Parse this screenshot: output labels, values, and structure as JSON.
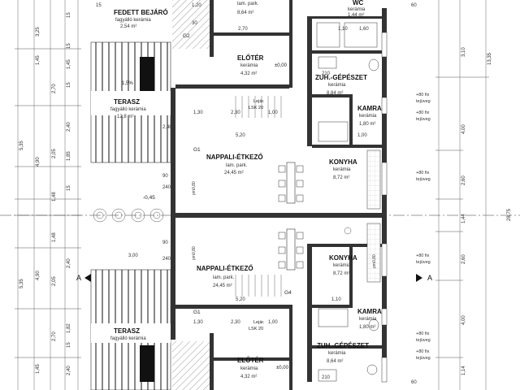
{
  "rooms": [
    {
      "id": "fedett-top",
      "name": "FEDETT BEJÁRÓ",
      "sub1": "fagyálló kerámia",
      "sub2": "2,54 m²"
    },
    {
      "id": "wc-top",
      "name": "WC",
      "sub1": "kerámia",
      "sub2": "1,44 m²"
    },
    {
      "id": "unknown-top",
      "name": "",
      "sub1": "lam. park.",
      "sub2": "8,64 m²"
    },
    {
      "id": "eloter-top",
      "name": "ELŐTÉR",
      "sub1": "kerámia",
      "sub2": "4,32 m²"
    },
    {
      "id": "zuh-top",
      "name": "ZUH.-GÉPÉSZET",
      "sub1": "kerámia",
      "sub2": "8,84 m²"
    },
    {
      "id": "kamra-top",
      "name": "KAMRA",
      "sub1": "kerámia",
      "sub2": "1,80 m²"
    },
    {
      "id": "nappali-top",
      "name": "NAPPALI-ÉTKEZŐ",
      "sub1": "lam. park.",
      "sub2": "24,45 m²"
    },
    {
      "id": "konyha-top",
      "name": "KONYHA",
      "sub1": "kerámia",
      "sub2": "8,72 m²"
    },
    {
      "id": "terasz-top",
      "name": "TERASZ",
      "sub1": "fagyálló kerámia",
      "sub2": "12,8 m²"
    },
    {
      "id": "nappali-bot",
      "name": "NAPPALI-ÉTKEZŐ",
      "sub1": "lam. park.",
      "sub2": "24,45 m²"
    },
    {
      "id": "konyha-bot",
      "name": "KONYHA",
      "sub1": "kerámia",
      "sub2": "8,72 m²"
    },
    {
      "id": "kamra-bot",
      "name": "KAMRA",
      "sub1": "kerámia",
      "sub2": "1,80 m²"
    },
    {
      "id": "zuh-bot",
      "name": "ZUH.-GÉPÉSZET",
      "sub1": "kerámia",
      "sub2": "8,64 m²"
    },
    {
      "id": "eloter-bot",
      "name": "ELŐTÉR",
      "sub1": "kerámia",
      "sub2": "4,32 m²"
    },
    {
      "id": "terasz-bot",
      "name": "TERASZ",
      "sub1": "fagyálló kerámia",
      "sub2": ""
    }
  ],
  "labels": {
    "g1_top": "G1",
    "g1_bot": "G1",
    "g2": "G2",
    "g4": "G4",
    "lejaro1": "Lejár.",
    "lsk1": "LSK 20",
    "lejaro2": "Lejár.",
    "lsk2": "LSK 20",
    "level_neg": "-0,45",
    "level0a": "±0,00",
    "level0b": "±0,00",
    "fix_a": "+80 fix",
    "fix_b": "tejüveg",
    "fix_c": "+80 fix",
    "fix_d": "tejüveg",
    "fix_e": "+80 fix",
    "fix_f": "tejüveg",
    "fix_g": "+80 fix",
    "fix_h": "tejüveg",
    "fix_i": "+80 fix",
    "fix_j": "tejüveg",
    "fix_k": "+80 fix",
    "fix_l": "tejüveg",
    "section_a1": "A",
    "section_a2": "A",
    "pm_a": "pm0,80",
    "pm_b": "pm0,80",
    "pm_c": "pm0,80",
    "pct": "1,5%"
  },
  "dims_left_outer": [
    "1,45",
    "3,25",
    "2,70",
    "5,35",
    "4,90",
    "2,05",
    "1,48",
    "1,48",
    "2,05",
    "4,90",
    "5,35",
    "2,70",
    "1,45"
  ],
  "dims_left_inner": [
    "15",
    "15",
    "1,45",
    "15",
    "2,40",
    "1,85",
    "15",
    "2,40",
    "1,82",
    "15",
    "2,40",
    "1,45",
    "15"
  ],
  "dims_right": [
    "3,10",
    "13,35",
    "4,00",
    "2,60",
    "1,44",
    "2,60",
    "4,00",
    "1,14",
    "28,75"
  ],
  "dims_inner": {
    "a": "1,20",
    "b": "2,70",
    "c": "1,10",
    "d": "1,60",
    "e": "1,30",
    "f": "2,30",
    "g": "1,00",
    "h": "5,20",
    "i": "2,40",
    "j": "90",
    "k": "240",
    "l": "3,00",
    "m": "1,30",
    "n": "2,30",
    "o": "1,00",
    "p": "5,20",
    "q": "210",
    "r": "210",
    "s": "1,10",
    "t": "1,00",
    "u": "90",
    "v": "240",
    "w": "60",
    "x": "60",
    "y": "15",
    "z": "30"
  }
}
